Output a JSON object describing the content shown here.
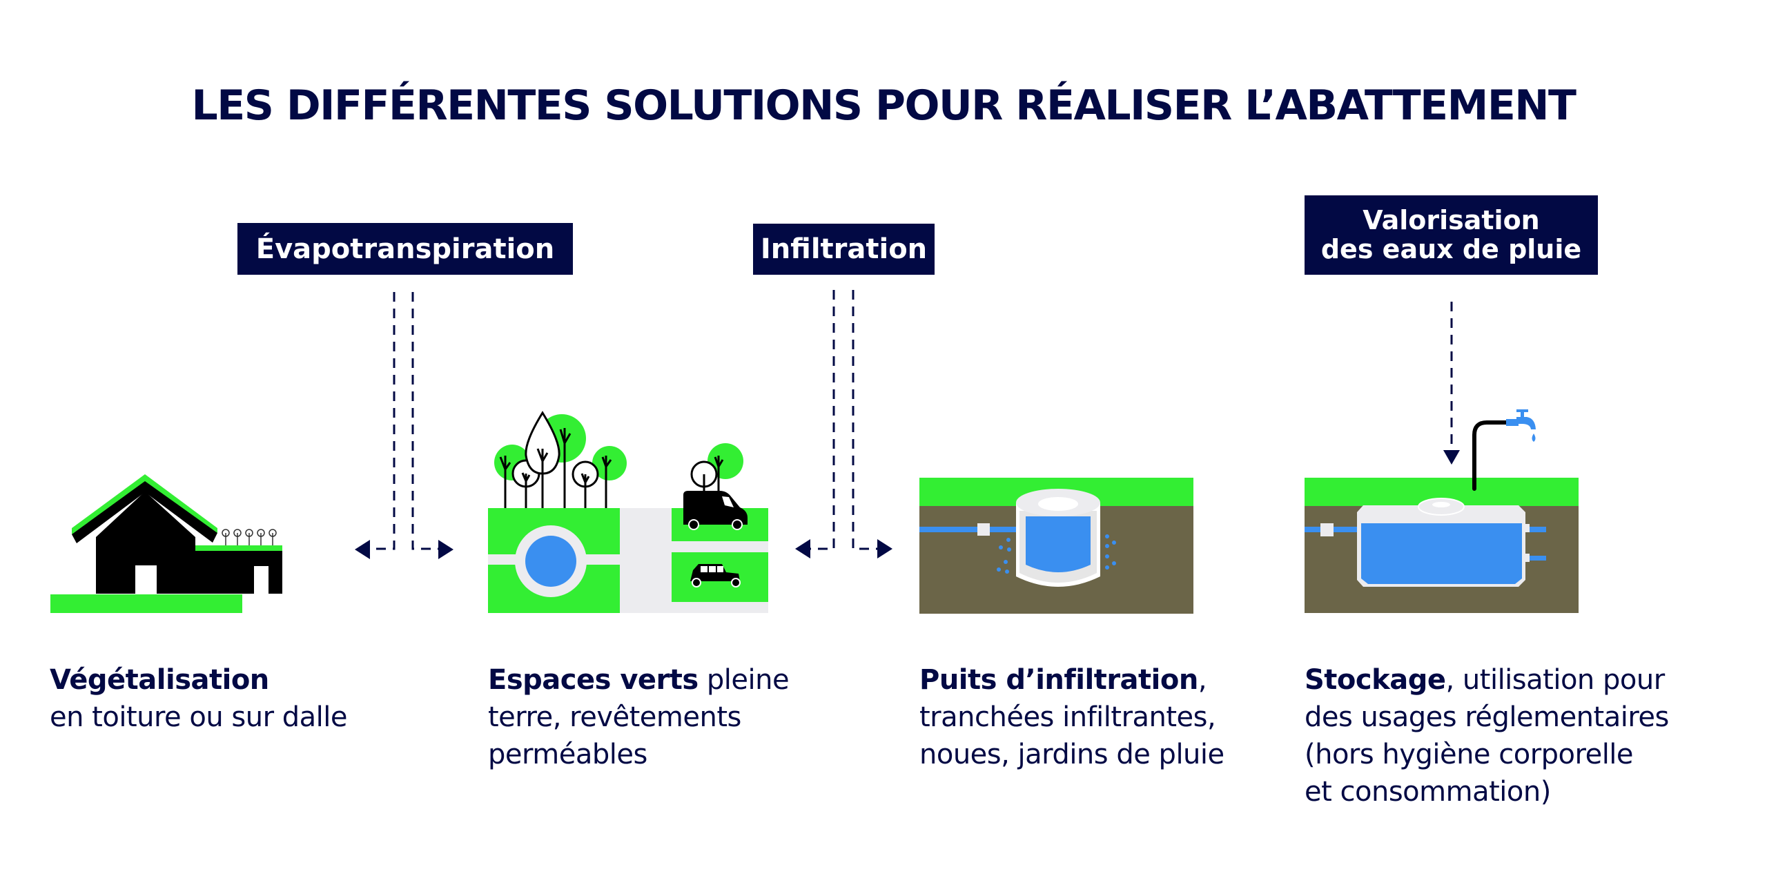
{
  "title": "LES DIFFÉRENTES SOLUTIONS POUR RÉALISER L’ABATTEMENT",
  "colors": {
    "navy": "#020944",
    "green": "#33ee33",
    "water_blue": "#3a8ff0",
    "light_grey": "#ececef",
    "soil": "#6b6548",
    "black": "#000000"
  },
  "categories": [
    {
      "label_lines": [
        "Évapotranspiration"
      ]
    },
    {
      "label_lines": [
        "Infiltration"
      ]
    },
    {
      "label_lines": [
        "Valorisation",
        "des eaux de pluie"
      ]
    }
  ],
  "solutions": [
    {
      "illustration": "green-roof-house-icon",
      "bold": "Végétalisation",
      "rest": "",
      "lines_after": [
        "en toiture ou sur dalle"
      ]
    },
    {
      "illustration": "green-spaces-parking-icon",
      "bold": "Espaces verts",
      "rest": " pleine",
      "lines_after": [
        "terre, revêtements",
        "perméables"
      ]
    },
    {
      "illustration": "infiltration-well-icon",
      "bold": "Puits d’infiltration",
      "rest": ",",
      "lines_after": [
        "tranchées infiltrantes,",
        "noues, jardins de pluie"
      ]
    },
    {
      "illustration": "rainwater-tank-icon",
      "bold": "Stockage",
      "rest": ", utilisation pour",
      "lines_after": [
        "des usages réglementaires",
        "(hors hygiène corporelle",
        "et consommation)"
      ]
    }
  ],
  "connectors": [
    {
      "from": "Évapotranspiration",
      "to": [
        "Végétalisation",
        "Espaces verts"
      ],
      "style": "dashed-double-arrow"
    },
    {
      "from": "Infiltration",
      "to": [
        "Espaces verts",
        "Puits d’infiltration"
      ],
      "style": "dashed-double-arrow"
    },
    {
      "from": "Valorisation des eaux de pluie",
      "to": [
        "Stockage"
      ],
      "style": "dashed-down-arrow"
    }
  ]
}
